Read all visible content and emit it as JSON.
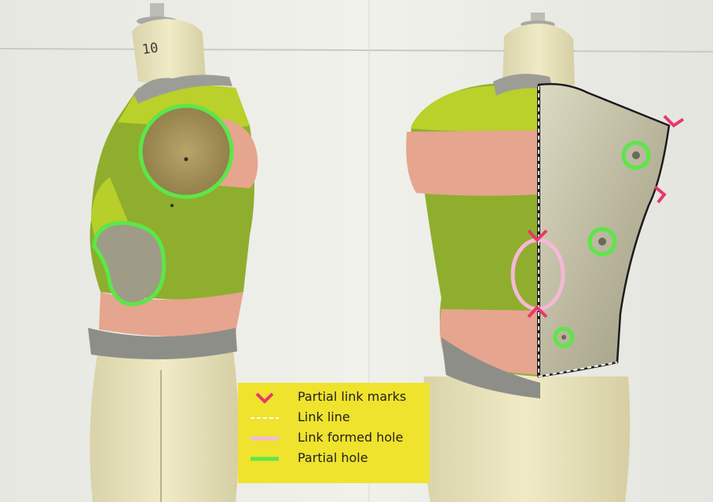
{
  "stand_size_label": "10",
  "legend": {
    "items": [
      {
        "key": "marks",
        "label": "Partial link marks",
        "color": "#e8386a",
        "symbol": "v-mark-icon"
      },
      {
        "key": "line",
        "label": "Link line",
        "color": "#ffffff",
        "symbol": "dashed-line-icon"
      },
      {
        "key": "link_hole",
        "label": "Link formed hole",
        "color": "#f5b8d6",
        "symbol": "pink-stroke-icon"
      },
      {
        "key": "partial_hole",
        "label": "Partial hole",
        "color": "#5ce64a",
        "symbol": "green-stroke-icon"
      }
    ]
  },
  "colors": {
    "dress_form": "#ece7c0",
    "bodice_green": "#8fae2e",
    "bodice_yellow_green": "#b9d12a",
    "bodice_pink": "#e6a58e",
    "toile_gray": "#c9c6ad",
    "background": "#ecece6"
  }
}
